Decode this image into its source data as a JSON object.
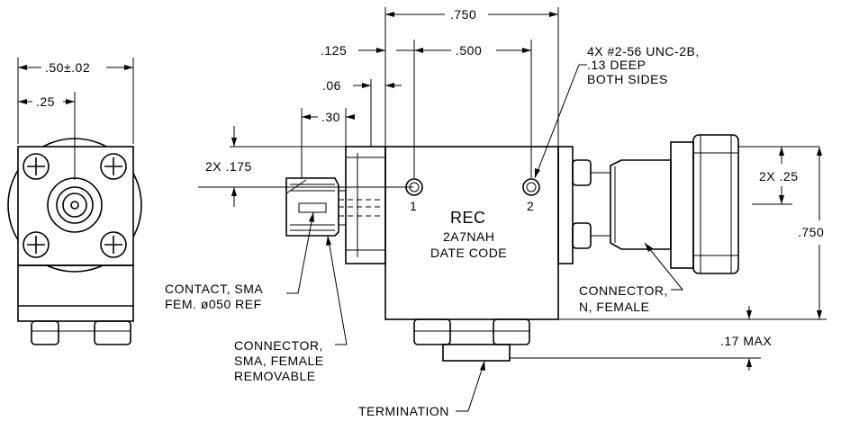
{
  "dims": {
    "d_0750_top": ".750",
    "d_0500": ".500",
    "d_0125": ".125",
    "d_006": ".06",
    "d_030": ".30",
    "d_050": ".50±.02",
    "d_025": ".25",
    "d_0175": "2X .175",
    "d_025_right": "2X .25",
    "d_0750_right": ".750",
    "d_017": ".17 MAX"
  },
  "notes": {
    "holes_line1": "4X #2-56 UNC-2B,",
    "holes_line2": ".13 DEEP",
    "holes_line3": "BOTH SIDES",
    "contact_line1": "CONTACT, SMA",
    "contact_line2": "FEM. ø050 REF",
    "sma_line1": "CONNECTOR,",
    "sma_line2": "SMA, FEMALE",
    "sma_line3": "REMOVABLE",
    "n_line1": "CONNECTOR,",
    "n_line2": "N, FEMALE",
    "termination": "TERMINATION"
  },
  "body_text": {
    "model": "REC",
    "part": "2A7NAH",
    "date": "DATE CODE",
    "port1": "1",
    "port2": "2"
  }
}
